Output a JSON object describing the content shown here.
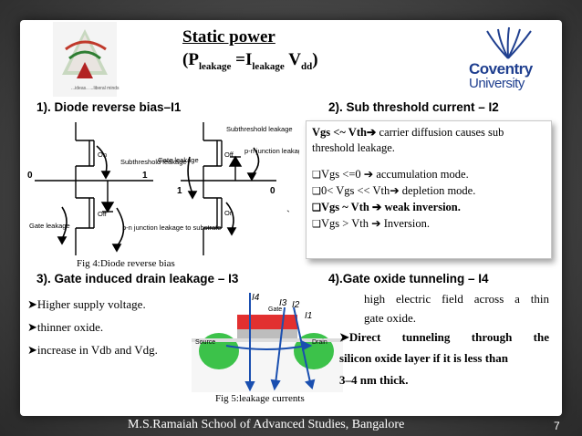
{
  "title": {
    "line1": "Static power",
    "formula_p": "P",
    "formula_p_sub": "leakage",
    "formula_eq": "=I",
    "formula_i_sub": "leakage",
    "formula_v": "V",
    "formula_v_sub": "dd"
  },
  "logos": {
    "left_text": "...ideas.. ...liberal minds",
    "coventry_1": "Coventry",
    "coventry_2": "University"
  },
  "sections": {
    "s1": "1). Diode reverse bias–I1",
    "s2": "2). Sub threshold current – I2",
    "s3": "3). Gate induced drain leakage – I3",
    "s4": "4).Gate oxide tunneling – I4"
  },
  "fig4": {
    "caption": "Fig 4:Diode reverse bias",
    "labels": {
      "on": "On",
      "off": "Off",
      "subthreshold_leakage": "Subthreshold leakage",
      "gate_leakage": "Gate leakage",
      "pn_substrate": "p-n junction leakage to substrate",
      "zero": "0",
      "one": "1",
      "sub_leak2": "Subthreshold leakage",
      "pn_nwell": "p-n junction leakage from n-well",
      "gate_leak2": "Gate leakage",
      "off2": "Off",
      "on2": "On",
      "one2": "1",
      "zero2": "0"
    }
  },
  "info_box": {
    "p1_bold": "Vgs <~ Vth➔",
    "p1_rest": " carrier diffusion causes sub threshold leakage.",
    "bullets": [
      {
        "text": "Vgs <=0 ➔ accumulation mode.",
        "bold": false
      },
      {
        "text": "0< Vgs << Vth➔ depletion mode.",
        "bold": false
      },
      {
        "text": "Vgs ~ Vth ➔ weak inversion.",
        "bold": true
      },
      {
        "text": "Vgs > Vth ➔ Inversion.",
        "bold": false
      }
    ]
  },
  "stray_mark": "`",
  "gidl_bullets": [
    "Higher supply voltage.",
    "thinner oxide.",
    "increase in Vdb and Vdg."
  ],
  "fig5": {
    "caption": "Fig 5:leakage currents",
    "labels": {
      "i4": "I4",
      "i3": "I3",
      "i2": "I2",
      "i1": "I1",
      "gate": "Gate",
      "source": "Source",
      "drain": "Drain"
    }
  },
  "tunneling": {
    "line1": "high electric field across a thin",
    "line2": "gate oxide.",
    "bullet": "Direct tunneling through the",
    "line3": "silicon oxide layer if it is less than",
    "line4": "3–4 nm thick."
  },
  "footer": "M.S.Ramaiah School of Advanced Studies, Bangalore",
  "page_number": "7"
}
